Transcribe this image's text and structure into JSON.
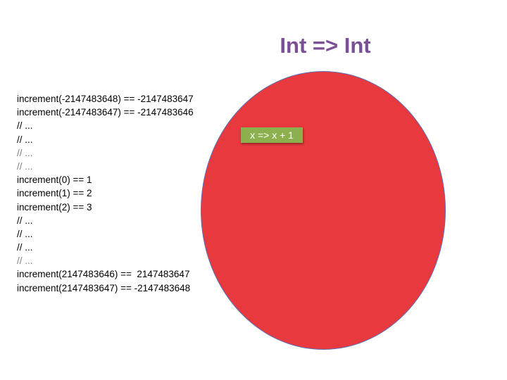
{
  "title": "Int => Int",
  "function_label": "x => x + 1",
  "lines": [
    {
      "text": "increment(-2147483648) == -2147483647",
      "muted": false
    },
    {
      "text": "increment(-2147483647) == -2147483646",
      "muted": false
    },
    {
      "text": "// ...",
      "muted": false
    },
    {
      "text": "// ...",
      "muted": false
    },
    {
      "text": "// ...",
      "muted": true
    },
    {
      "text": "// ...",
      "muted": true
    },
    {
      "text": "increment(0) == 1",
      "muted": false
    },
    {
      "text": "increment(1) == 2",
      "muted": false
    },
    {
      "text": "increment(2) == 3",
      "muted": false
    },
    {
      "text": "// ...",
      "muted": false
    },
    {
      "text": "// ...",
      "muted": false
    },
    {
      "text": "// ...",
      "muted": false
    },
    {
      "text": "// ...",
      "muted": true
    },
    {
      "text": "increment(2147483646) ==  2147483647",
      "muted": false
    },
    {
      "text": "increment(2147483647) == -2147483648",
      "muted": false
    }
  ],
  "colors": {
    "title": "#7a4f96",
    "set_fill": "#e8393f",
    "set_outline": "#5b6fb4",
    "label_fill": "#8db04e",
    "label_text": "#ffffff",
    "muted_text": "#7f7f7f"
  }
}
